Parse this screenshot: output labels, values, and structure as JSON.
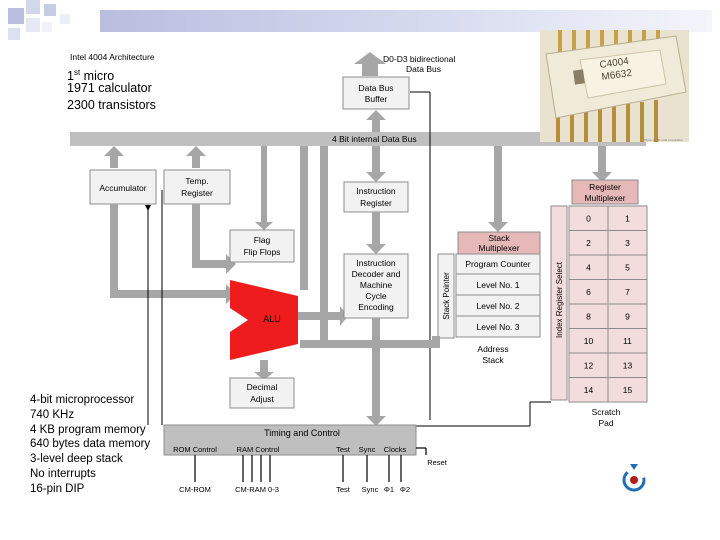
{
  "slide": {
    "title_line_1": "Intel 4004 Architecture",
    "intro": [
      "1",
      "micro",
      "1971 calculator",
      "2300 transistors"
    ],
    "intro_sup": "st",
    "specs": [
      "4-bit microprocessor",
      "740 KHz",
      "4 KB program memory",
      "640 bytes data memory",
      "3-level deep stack",
      "No interrupts",
      "16-pin DIP"
    ],
    "chip_marking": [
      "C4004",
      "M6632"
    ],
    "photo_credit": "Photo credit: intel corporation"
  },
  "diagram": {
    "external_bus": "D0-D3 bidirectional Data Bus",
    "external_bus_line_1": "D0-D3 bidirectional",
    "external_bus_line_2": "Data Bus",
    "data_bus_buffer": [
      "Data Bus",
      "Buffer"
    ],
    "internal_bus": "4 Bit internal Data Bus",
    "accumulator": "Accumulator",
    "temp_register": [
      "Temp.",
      "Register"
    ],
    "flag_flipflops": [
      "Flag",
      "Flip Flops"
    ],
    "alu": "ALU",
    "decimal_adjust": [
      "Decimal",
      "Adjust"
    ],
    "instruction_register": [
      "Instruction",
      "Register"
    ],
    "instruction_decoder": [
      "Instruction",
      "Decoder and",
      "Machine",
      "Cycle",
      "Encoding"
    ],
    "stack_multiplexer": [
      "Stack",
      "Multiplexer"
    ],
    "stack_pointer": "Stack Pointer",
    "stack_rows": [
      "Program Counter",
      "Level No. 1",
      "Level No. 2",
      "Level No. 3"
    ],
    "address_stack": [
      "Address",
      "Stack"
    ],
    "register_multiplexer": [
      "Register",
      "Multiplexer"
    ],
    "index_register_select": "Index Register Select",
    "registers": [
      [
        "0",
        "1"
      ],
      [
        "2",
        "3"
      ],
      [
        "4",
        "5"
      ],
      [
        "6",
        "7"
      ],
      [
        "8",
        "9"
      ],
      [
        "10",
        "11"
      ],
      [
        "12",
        "13"
      ],
      [
        "14",
        "15"
      ]
    ],
    "scratch_pad": [
      "Scratch",
      "Pad"
    ],
    "timing_control": "Timing and Control",
    "control_items": [
      "ROM Control",
      "RAM Control",
      "Test",
      "Sync",
      "Clocks"
    ],
    "reset": "Reset",
    "pins": [
      "CM-ROM",
      "CM-RAM 0-3",
      "Test",
      "Sync",
      "Φ1",
      "Φ2"
    ]
  },
  "colors": {
    "arrow": "#a6a6a6",
    "box_border": "#8c8c8c",
    "box_fill": "#f2f2f2",
    "alu": "#ee1c1c",
    "mux_fill": "#e6b8b8",
    "control_bar": "#bfbfbf"
  }
}
